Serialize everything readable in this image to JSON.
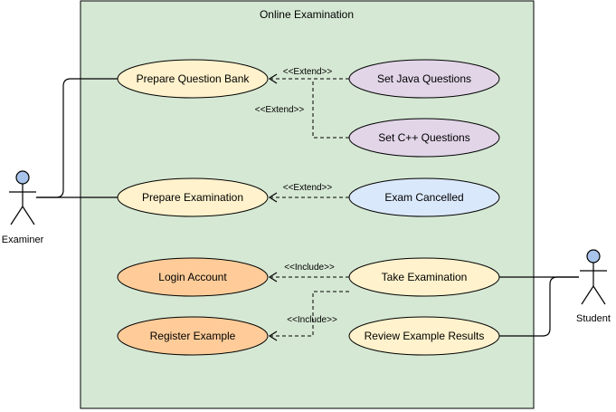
{
  "system": {
    "title": "Online Examination"
  },
  "actors": {
    "examiner": "Examiner",
    "student": "Student"
  },
  "use_cases": {
    "prepare_question_bank": "Prepare Question Bank",
    "set_java_questions": "Set Java Questions",
    "set_cpp_questions": "Set C++ Questions",
    "prepare_examination": "Prepare Examination",
    "exam_cancelled": "Exam Cancelled",
    "login_account": "Login Account",
    "take_examination": "Take Examination",
    "register_example": "Register Example",
    "review_example_results": "Review Example Results"
  },
  "stereotypes": {
    "extend_java": "<<Extend>>",
    "extend_cpp": "<<Extend>>",
    "extend_cancel": "<<Extend>>",
    "include_login": "<<Include>>",
    "include_register": "<<Include>>"
  },
  "colors": {
    "system_fill": "#d5e8d4",
    "system_stroke": "#000000",
    "yellow": "#fff2cc",
    "purple": "#e1d5e7",
    "blue": "#dae8fc",
    "orange": "#ffcc99",
    "actor_head": "#a9c4eb"
  }
}
